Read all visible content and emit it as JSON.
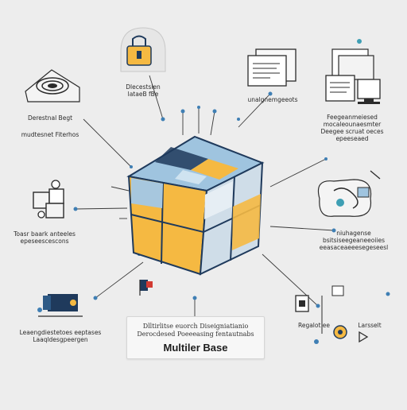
{
  "labels": {
    "top_center": [
      "Dlecestsien",
      "lataeB fBe"
    ],
    "top_right": [
      "unalgnemgeeots"
    ],
    "left_top": [
      "Derestnal Begt",
      "mudtesnet Fiterhos"
    ],
    "right_top": [
      "Feegeanmeiesed",
      "mocaleounaesmter",
      "Deegee scruat oeces",
      "epeeseaed"
    ],
    "left_mid": [
      "Toasr baark anteeles",
      "epeseescescons"
    ],
    "right_mid": [
      "niuhagense",
      "bsitsiseegeaneeoiies",
      "eeasaceaeeesegeseesl"
    ],
    "bottom_left": [
      "Leaengdiestetoes eeptases",
      "Laaqldesgpeergen"
    ],
    "bottom_right_a": [
      "Regalot ee"
    ],
    "bottom_right_b": [
      "Larsselt"
    ]
  },
  "caption": {
    "line1": "Dlltirlitse euorch Diseigniatianio",
    "line2": "Derocdesed Poeeeasing fentautnabs",
    "title": "Multiler Base"
  },
  "colors": {
    "orange": "#f5b942",
    "navy": "#1f3a5c",
    "light_blue": "#9fc4df",
    "teal": "#3f9fb4",
    "line": "#3a3a3a",
    "red": "#d23a32"
  }
}
